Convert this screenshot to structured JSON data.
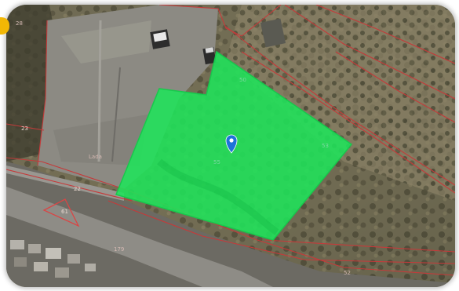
{
  "map": {
    "parcel_color": "#1fe45a",
    "boundary_color": "#c53a3a",
    "marker_color": "#1e73d9",
    "labels": {
      "parcel_top": "50",
      "parcel_right": "53",
      "parcel_center": "55",
      "left_plot": "23",
      "top_left_corner": "28",
      "lot_caption": "Lada",
      "road_junction": "22",
      "triangle_plot": "61",
      "road_lower": "179",
      "bottom_right": "52"
    }
  },
  "badge_color": "#f2b705"
}
